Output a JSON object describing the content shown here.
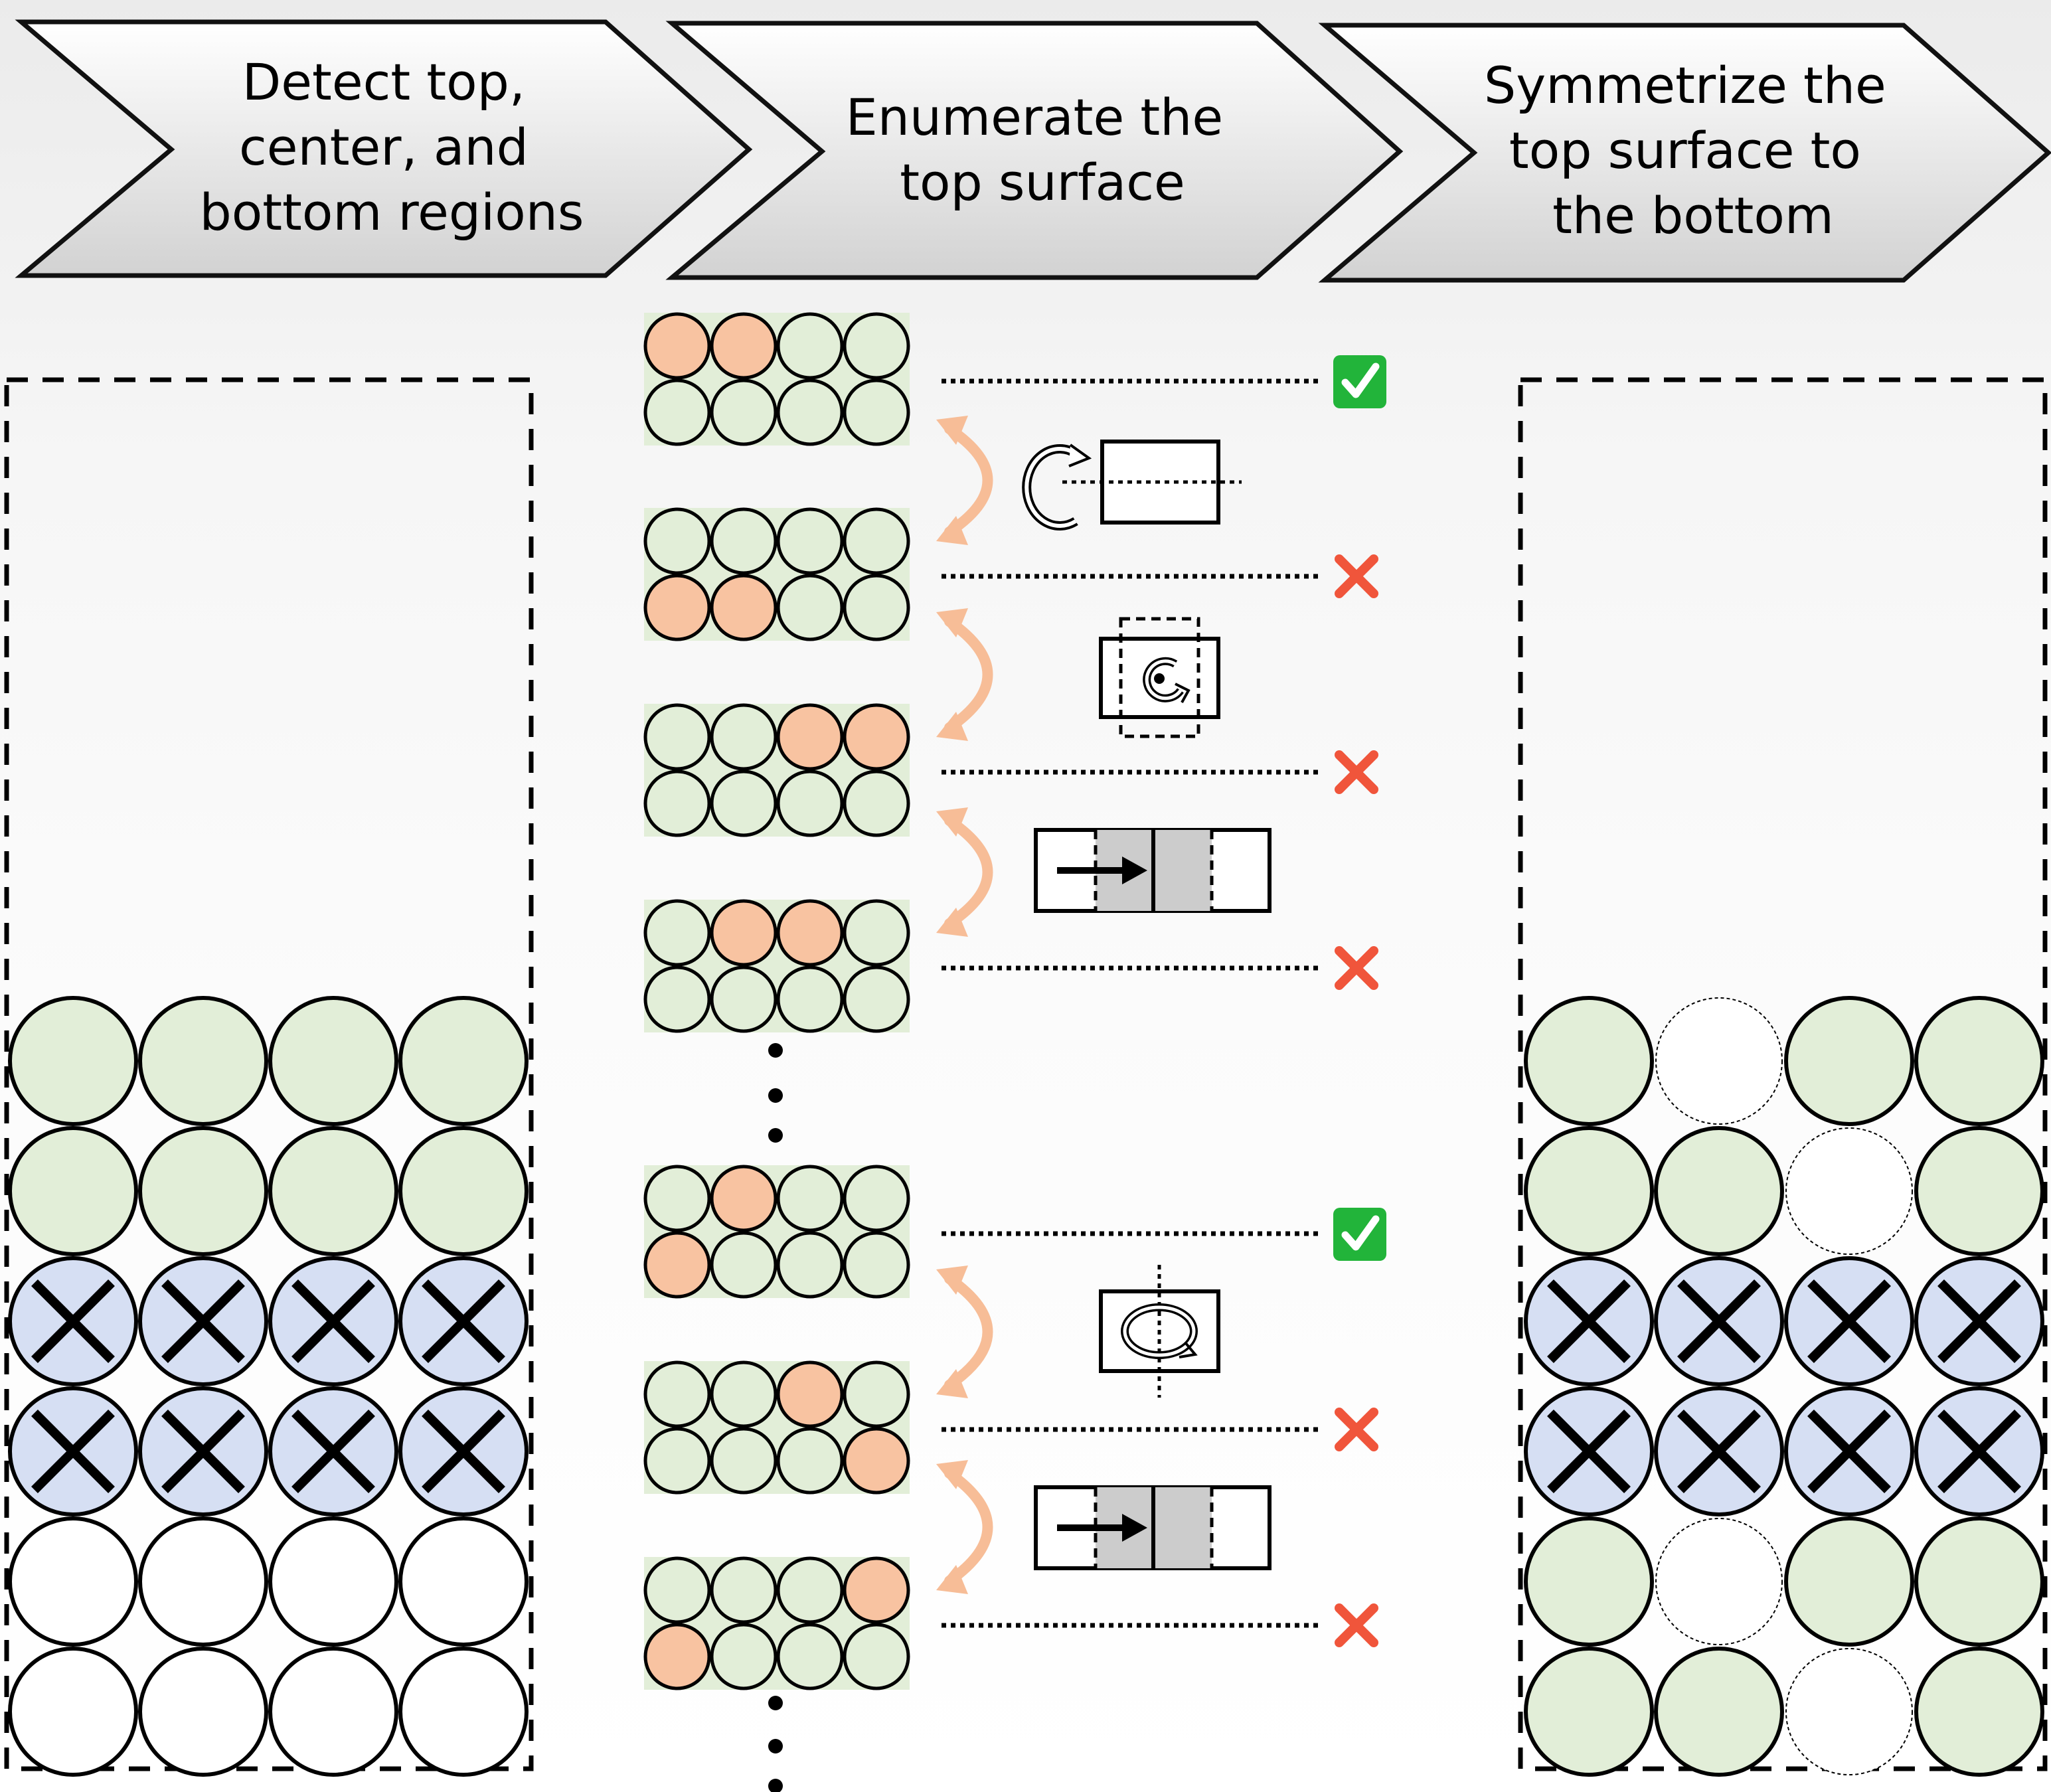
{
  "steps": [
    {
      "lines": [
        "Detect top,",
        "center, and",
        "bottom regions"
      ]
    },
    {
      "lines": [
        "Enumerate the",
        "top surface"
      ]
    },
    {
      "lines": [
        "Symmetrize the",
        "top surface to",
        "the bottom"
      ]
    }
  ],
  "colors": {
    "green_fill": "#e2eed8",
    "blue_fill": "#d6dff3",
    "orange_fill": "#f8c3a1",
    "orange_arrow": "#f7bd97",
    "check_bg": "#22b43a",
    "cross_red": "#f0553b",
    "gray_shift": "#cccccc"
  },
  "left_panel": {
    "rows": [
      "green",
      "green",
      "blocked",
      "blocked",
      "empty",
      "empty"
    ]
  },
  "right_panel": {
    "rows": [
      [
        "green",
        "empty",
        "green",
        "green"
      ],
      [
        "green",
        "green",
        "empty",
        "green"
      ],
      [
        "blocked",
        "blocked",
        "blocked",
        "blocked"
      ],
      [
        "blocked",
        "blocked",
        "blocked",
        "blocked"
      ],
      [
        "green",
        "empty",
        "green",
        "green"
      ],
      [
        "green",
        "green",
        "empty",
        "green"
      ]
    ]
  },
  "configurations": [
    {
      "top": [
        1,
        1,
        0,
        0
      ],
      "bottom": [
        0,
        0,
        0,
        0
      ],
      "result": "check"
    },
    {
      "top": [
        0,
        0,
        0,
        0
      ],
      "bottom": [
        1,
        1,
        0,
        0
      ],
      "result": "cross"
    },
    {
      "top": [
        0,
        0,
        1,
        1
      ],
      "bottom": [
        0,
        0,
        0,
        0
      ],
      "result": "cross"
    },
    {
      "top": [
        0,
        1,
        1,
        0
      ],
      "bottom": [
        0,
        0,
        0,
        0
      ],
      "result": "cross"
    },
    {
      "top": [
        0,
        1,
        0,
        0
      ],
      "bottom": [
        1,
        0,
        0,
        0
      ],
      "result": "check"
    },
    {
      "top": [
        0,
        0,
        1,
        0
      ],
      "bottom": [
        0,
        0,
        0,
        1
      ],
      "result": "cross"
    },
    {
      "top": [
        0,
        0,
        0,
        1
      ],
      "bottom": [
        1,
        0,
        0,
        0
      ],
      "result": "cross"
    }
  ],
  "operations": [
    {
      "icon": "rotate-about-horizontal-axis-icon"
    },
    {
      "icon": "rotate-in-plane-icon"
    },
    {
      "icon": "translate-shift-icon"
    },
    {
      "icon": "rotate-about-vertical-axis-icon"
    },
    {
      "icon": "translate-shift-icon"
    }
  ]
}
